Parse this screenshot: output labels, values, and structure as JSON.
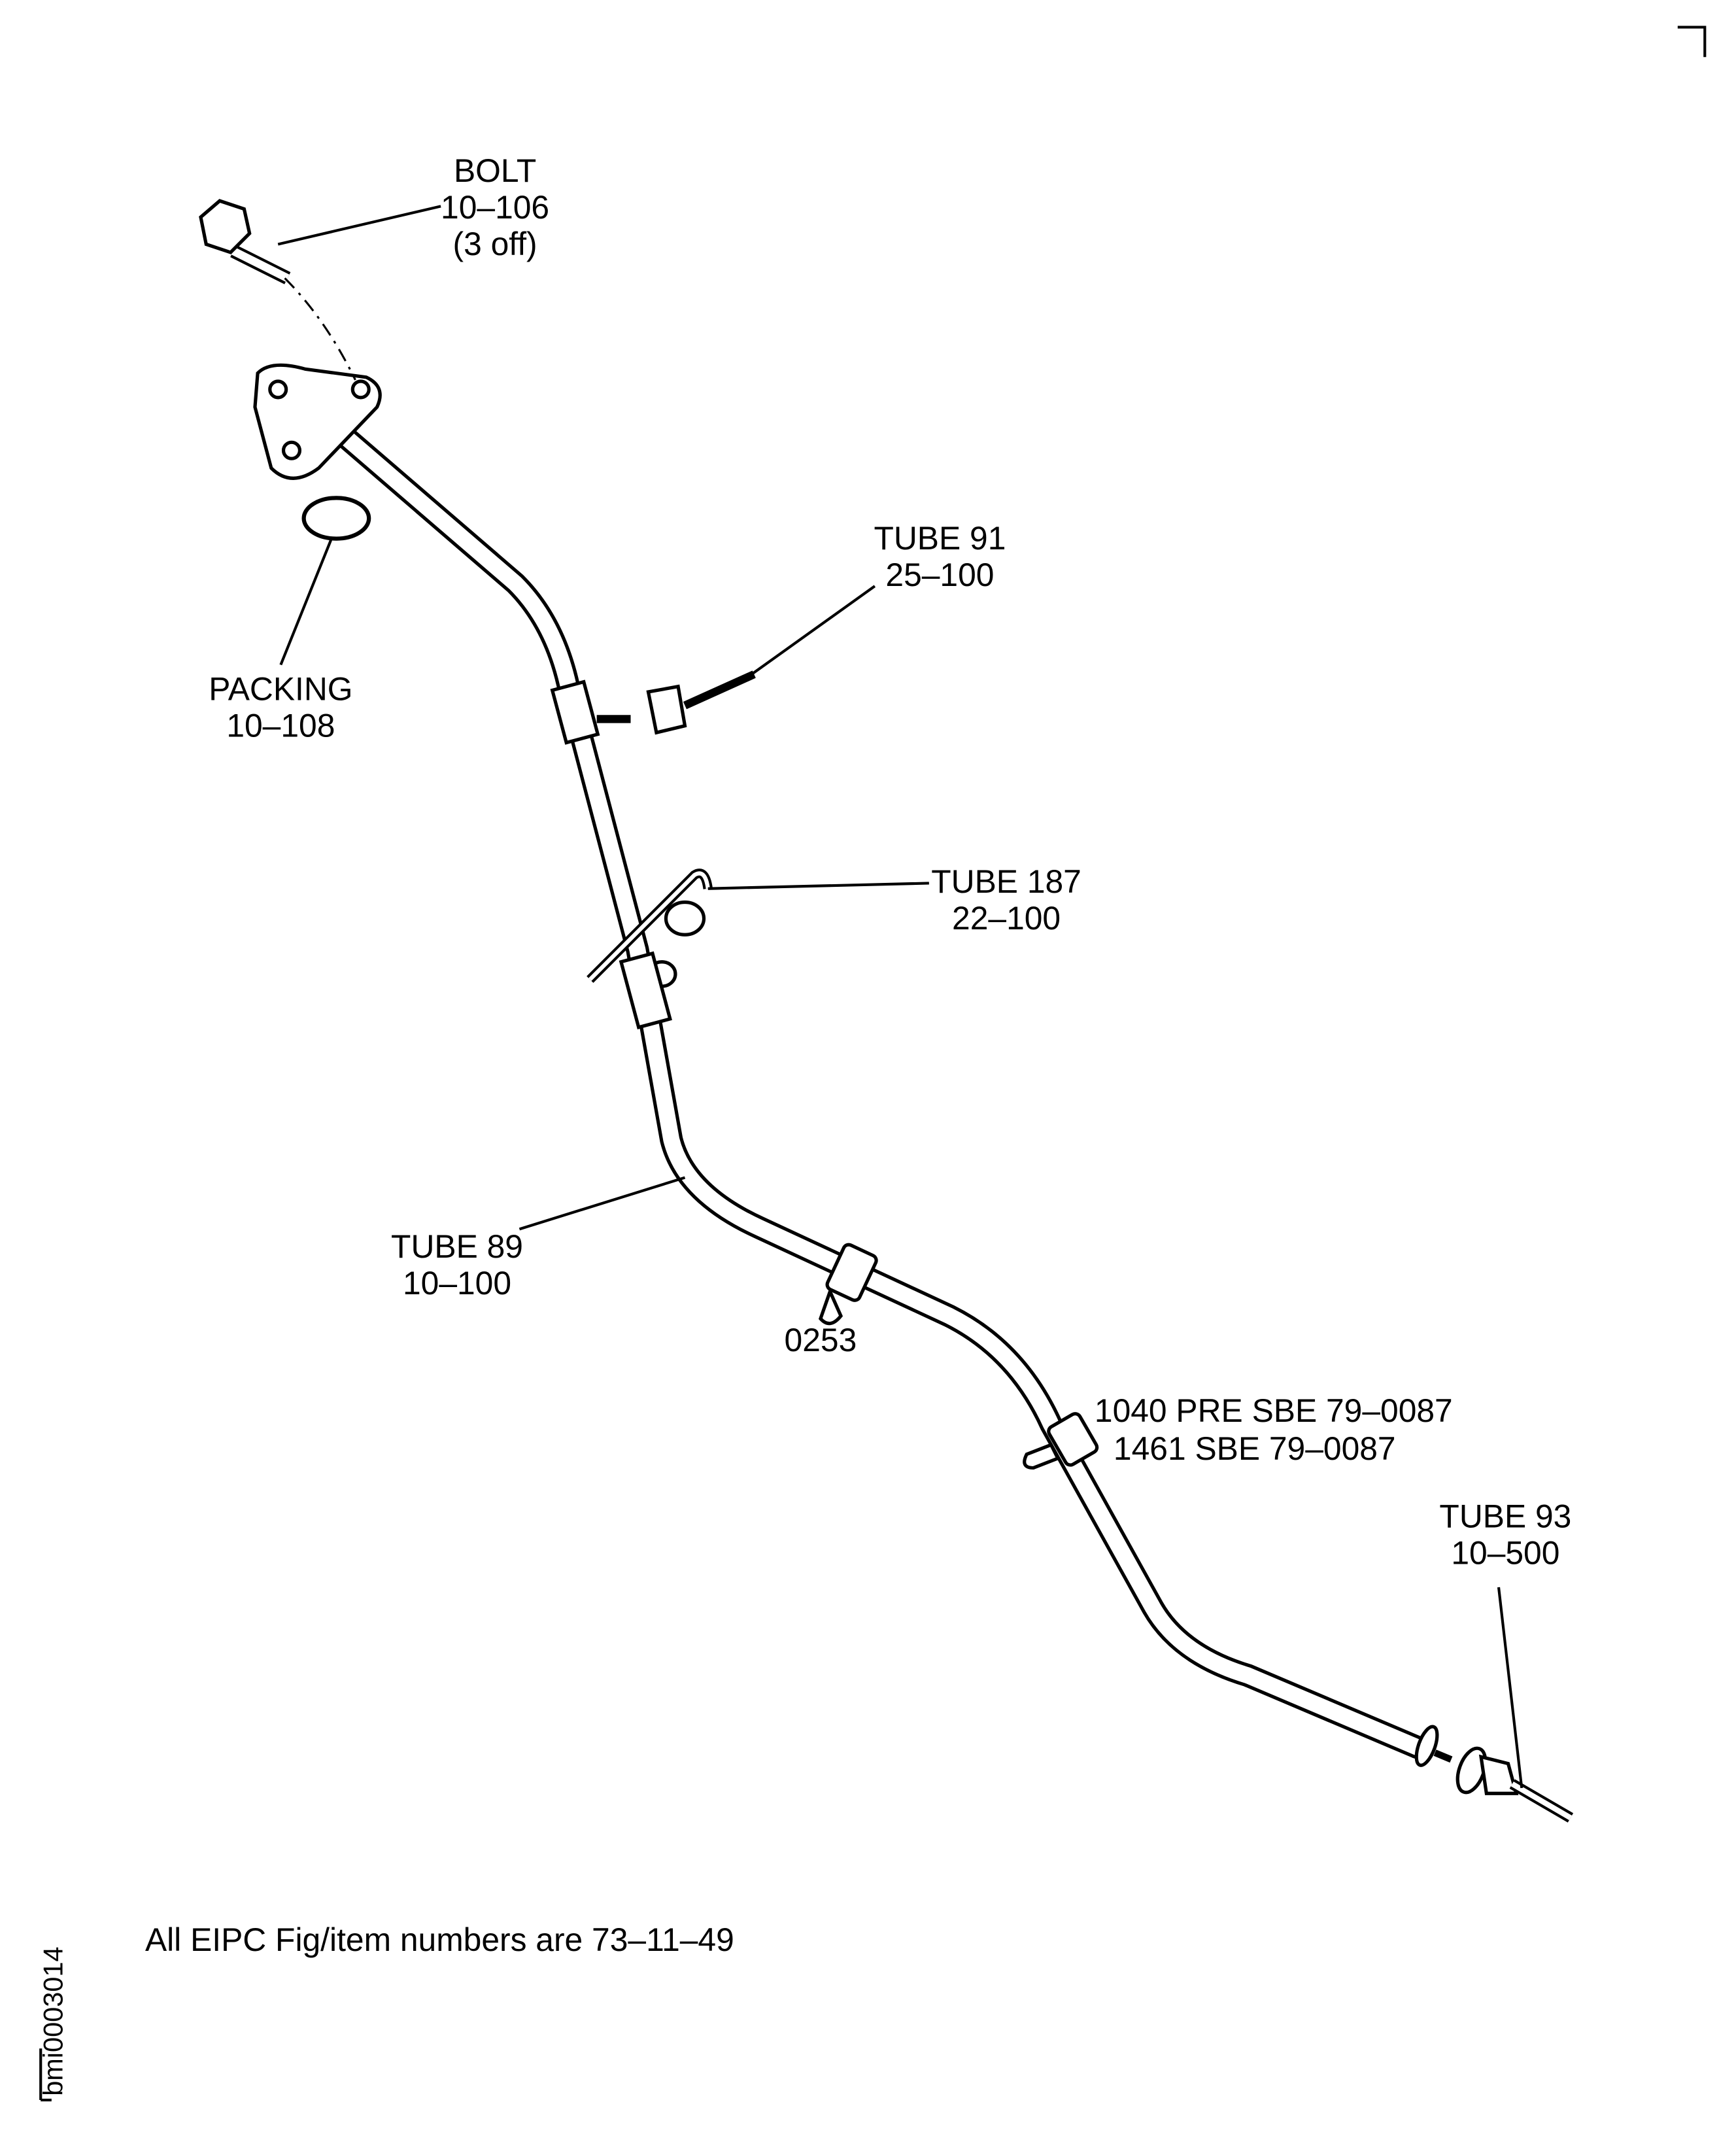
{
  "labels": {
    "bolt": {
      "name": "BOLT",
      "ref": "10–106",
      "qty": "(3 off)"
    },
    "packing": {
      "name": "PACKING",
      "ref": "10–108"
    },
    "tube91": {
      "name": "TUBE 91",
      "ref": "25–100"
    },
    "tube187": {
      "name": "TUBE 187",
      "ref": "22–100"
    },
    "tube89": {
      "name": "TUBE 89",
      "ref": "10–100"
    },
    "clamp0253": {
      "name": "0253"
    },
    "clamp1040": {
      "line1": "1040 PRE SBE 79–0087",
      "line2": "1461 SBE 79–0087"
    },
    "tube93": {
      "name": "TUBE 93",
      "ref": "10–500"
    }
  },
  "footer": {
    "note": "All EIPC Fig/item numbers are 73–11–49",
    "drawing_id": "bmi0003014"
  }
}
